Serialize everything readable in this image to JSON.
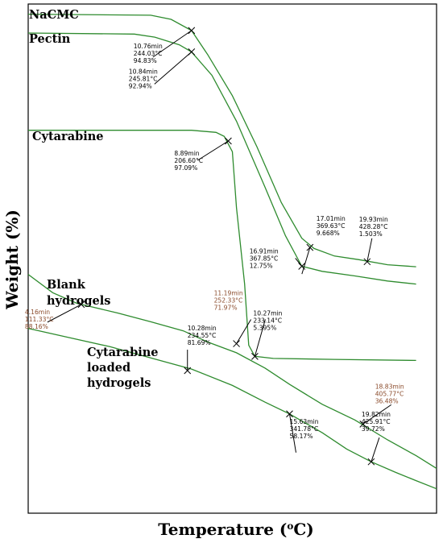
{
  "chart_data": {
    "type": "line",
    "title": "",
    "xlabel": "Temperature (",
    "xlabel_sup": "o",
    "xlabel_suffix": "C)",
    "ylabel": "Weight (%)",
    "grid": false,
    "legend": "none",
    "series": [
      {
        "name": "NaCMC",
        "color": "#2e8b2e",
        "points": [
          [
            0.0,
            0.98
          ],
          [
            0.3,
            0.978
          ],
          [
            0.35,
            0.97
          ],
          [
            0.4,
            0.948
          ],
          [
            0.44,
            0.9
          ],
          [
            0.5,
            0.82
          ],
          [
            0.56,
            0.72
          ],
          [
            0.62,
            0.61
          ],
          [
            0.67,
            0.54
          ],
          [
            0.7,
            0.52
          ],
          [
            0.75,
            0.505
          ],
          [
            0.81,
            0.498
          ],
          [
            0.88,
            0.488
          ],
          [
            0.95,
            0.484
          ]
        ],
        "annotations": [
          {
            "anchor": [
              0.4,
              0.948
            ],
            "time": "10.76min",
            "temp": "244.03°C",
            "weight": "94.83%",
            "color": "#000000"
          },
          {
            "anchor": [
              0.69,
              0.522
            ],
            "time": "17.01min",
            "temp": "369.63°C",
            "weight": "9.668%",
            "color": "#000000"
          },
          {
            "anchor": [
              0.83,
              0.494
            ],
            "time": "19.93min",
            "temp": "428.28°C",
            "weight": "1.503%",
            "color": "#000000"
          }
        ]
      },
      {
        "name": "Pectin",
        "color": "#2e8b2e",
        "points": [
          [
            0.0,
            0.943
          ],
          [
            0.26,
            0.941
          ],
          [
            0.31,
            0.935
          ],
          [
            0.37,
            0.92
          ],
          [
            0.4,
            0.906
          ],
          [
            0.45,
            0.86
          ],
          [
            0.51,
            0.77
          ],
          [
            0.58,
            0.64
          ],
          [
            0.63,
            0.545
          ],
          [
            0.67,
            0.485
          ],
          [
            0.72,
            0.475
          ],
          [
            0.8,
            0.466
          ],
          [
            0.88,
            0.456
          ],
          [
            0.95,
            0.45
          ]
        ],
        "annotations": [
          {
            "anchor": [
              0.4,
              0.906
            ],
            "time": "10.84min",
            "temp": "245.81°C",
            "weight": "92.94%",
            "color": "#000000"
          },
          {
            "anchor": [
              0.67,
              0.485
            ],
            "time": "16.91min",
            "temp": "367.85°C",
            "weight": "12.75%",
            "color": "#000000"
          }
        ]
      },
      {
        "name": "Cytarabine",
        "color": "#2e8b2e",
        "points": [
          [
            0.0,
            0.752
          ],
          [
            0.4,
            0.752
          ],
          [
            0.46,
            0.748
          ],
          [
            0.48,
            0.74
          ],
          [
            0.5,
            0.71
          ],
          [
            0.51,
            0.6
          ],
          [
            0.53,
            0.45
          ],
          [
            0.54,
            0.33
          ],
          [
            0.555,
            0.308
          ],
          [
            0.6,
            0.304
          ],
          [
            0.75,
            0.302
          ],
          [
            0.95,
            0.3
          ]
        ],
        "annotations": [
          {
            "anchor": [
              0.49,
              0.731
            ],
            "time": "8.89min",
            "temp": "206.60°C",
            "weight": "97.09%",
            "color": "#000000"
          },
          {
            "anchor": [
              0.555,
              0.308
            ],
            "time": "10.27min",
            "temp": "233.14°C",
            "weight": "5.395%",
            "color": "#000000"
          }
        ]
      },
      {
        "name": "Blank hydrogels",
        "color": "#2e8b2e",
        "points": [
          [
            0.0,
            0.469
          ],
          [
            0.06,
            0.433
          ],
          [
            0.12,
            0.412
          ],
          [
            0.22,
            0.393
          ],
          [
            0.3,
            0.376
          ],
          [
            0.38,
            0.358
          ],
          [
            0.44,
            0.336
          ],
          [
            0.51,
            0.315
          ],
          [
            0.58,
            0.285
          ],
          [
            0.64,
            0.253
          ],
          [
            0.72,
            0.214
          ],
          [
            0.8,
            0.183
          ],
          [
            0.88,
            0.144
          ],
          [
            0.95,
            0.113
          ],
          [
            1.0,
            0.088
          ]
        ],
        "annotations": [
          {
            "anchor": [
              0.13,
              0.41
            ],
            "time": "4.16min",
            "temp": "111.33°C",
            "weight": "88.16%",
            "color": "#8a4a2a"
          },
          {
            "anchor": [
              0.51,
              0.333
            ],
            "time": "11.19min",
            "temp": "252.33°C",
            "weight": "71.97%",
            "color": "#8a4a2a"
          },
          {
            "anchor": [
              0.82,
              0.175
            ],
            "time": "18.83min",
            "temp": "405.77°C",
            "weight": "36.48%",
            "color": "#8a4a2a"
          }
        ]
      },
      {
        "name": "Cytarabine loaded hydrogels",
        "color": "#2e8b2e",
        "points": [
          [
            0.0,
            0.363
          ],
          [
            0.1,
            0.345
          ],
          [
            0.2,
            0.327
          ],
          [
            0.3,
            0.305
          ],
          [
            0.4,
            0.283
          ],
          [
            0.5,
            0.251
          ],
          [
            0.58,
            0.218
          ],
          [
            0.64,
            0.195
          ],
          [
            0.72,
            0.158
          ],
          [
            0.78,
            0.126
          ],
          [
            0.84,
            0.101
          ],
          [
            0.9,
            0.08
          ],
          [
            0.95,
            0.064
          ],
          [
            1.0,
            0.048
          ]
        ],
        "annotations": [
          {
            "anchor": [
              0.39,
              0.28
            ],
            "time": "10.28min",
            "temp": "234.55°C",
            "weight": "81.69%",
            "color": "#000000"
          },
          {
            "anchor": [
              0.64,
              0.195
            ],
            "time": "15.63min",
            "temp": "341.78°C",
            "weight": "58.17%",
            "color": "#000000"
          },
          {
            "anchor": [
              0.84,
              0.101
            ],
            "time": "19.82min",
            "temp": "425.91°C",
            "weight": "39.72%",
            "color": "#000000"
          }
        ]
      }
    ]
  },
  "labels": {
    "nacmc": "NaCMC",
    "pectin": "Pectin",
    "cytarabine": "Cytarabine",
    "blank_line1": "Blank",
    "blank_line2": "hydrogels",
    "loaded_line1": "Cytarabine",
    "loaded_line2": "loaded",
    "loaded_line3": "hydrogels"
  }
}
